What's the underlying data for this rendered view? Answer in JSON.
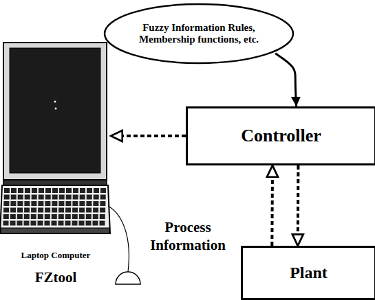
{
  "diagram": {
    "nodes": [
      {
        "text": [
          "Fuzzy Information Rules, Membership functions, etc."
        ]
      },
      {
        "text": [
          "Laptop Computer",
          "FZtool"
        ]
      },
      {
        "text": [
          "Controller"
        ]
      },
      {
        "text": [
          "Plant"
        ]
      }
    ],
    "edges": [
      {
        "from": 0,
        "to": 2,
        "arrow": "to"
      },
      {
        "from": 2,
        "to": 1,
        "arrow": "to"
      },
      {
        "from": 3,
        "to": 2,
        "arrow": "to"
      },
      {
        "from": 2,
        "to": 3,
        "arrow": "to"
      }
    ],
    "labels": [
      "Process Information"
    ]
  }
}
